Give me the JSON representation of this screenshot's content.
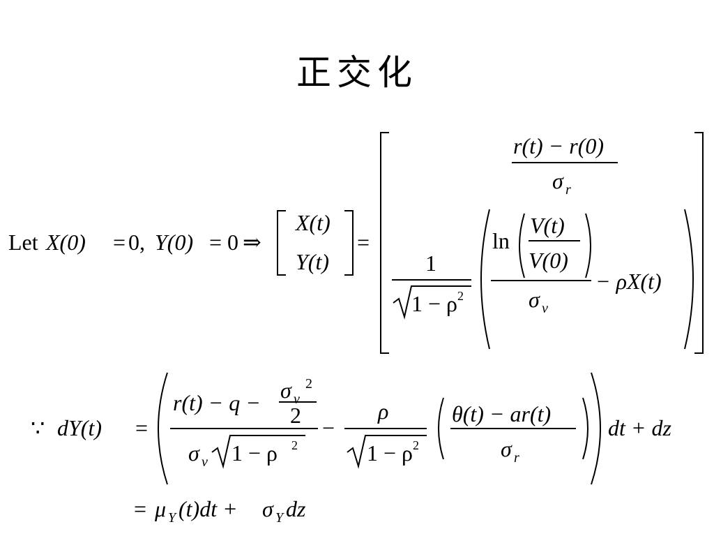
{
  "slide": {
    "title": "正交化",
    "eq1": {
      "let_word": "Let",
      "lhs_x0": "X(0)",
      "eq_sign": "=",
      "zero": "0,",
      "lhs_y0": "Y(0)",
      "zero2": "0",
      "implies": "⇒",
      "vec_x": "X(t)",
      "vec_y": "Y(t)",
      "top_num": "r(t) − r(0)",
      "top_den": "σ",
      "top_den_sub": "r",
      "one": "1",
      "sqrt_body": "1 − ρ",
      "sqrt_exp": "2",
      "ln": "ln",
      "v_num": "V(t)",
      "v_den": "V(0)",
      "sigma_v": "σ",
      "sigma_v_sub": "v",
      "rho_term": "− ρX(t)"
    },
    "eq2": {
      "because": "∵",
      "dy": "dY(t)",
      "eq_sign": "=",
      "num1": "r(t) − q −",
      "sv2_num": "σ",
      "sv2_sub": "v",
      "sv2_exp": "2",
      "sv2_den": "2",
      "den1_sigma": "σ",
      "den1_sub": "v",
      "sqrt_body": "1 − ρ",
      "sqrt_exp": "2",
      "minus": "−",
      "rho": "ρ",
      "theta_num": "θ(t) − ar(t)",
      "theta_den": "σ",
      "theta_den_sub": "r",
      "tail": "dt + dz"
    },
    "eq3": {
      "eq_sign": "=",
      "mu": "μ",
      "mu_sub": "Y",
      "mid": "(t)dt +",
      "sigma": "σ",
      "sigma_sub": "Y",
      "end": "dz"
    }
  }
}
